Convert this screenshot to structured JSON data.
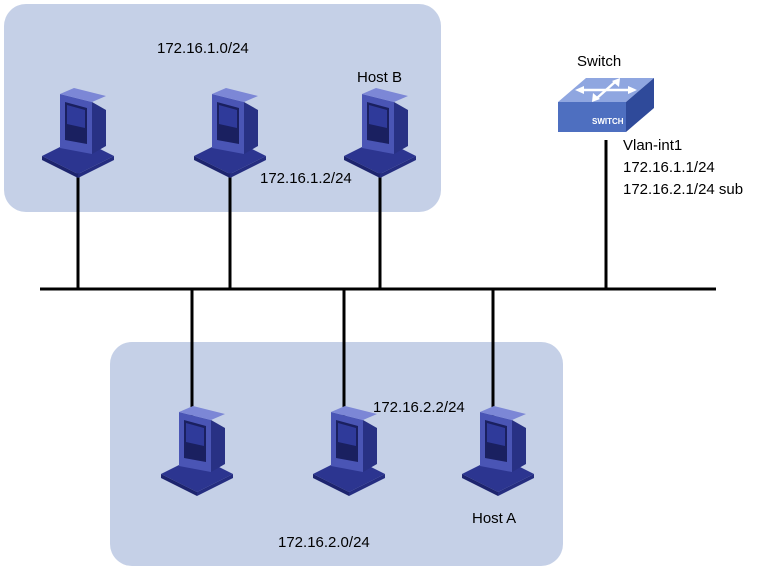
{
  "colors": {
    "subnet_fill": "#c5d0e7",
    "line": "#000000",
    "host_blue": "#3d47a8",
    "switch_blue": "#4e6fc0"
  },
  "subnet_top": {
    "label": "172.16.1.0/24"
  },
  "subnet_bottom": {
    "label": "172.16.2.0/24"
  },
  "host_b": {
    "name": "Host B",
    "ip": "172.16.1.2/24"
  },
  "host_a": {
    "name": "Host A",
    "ip": "172.16.2.2/24"
  },
  "switch": {
    "name": "Switch",
    "badge": "SWITCH",
    "interface": "Vlan-int1",
    "ip_primary": "172.16.1.1/24",
    "ip_sub": "172.16.2.1/24 sub"
  }
}
